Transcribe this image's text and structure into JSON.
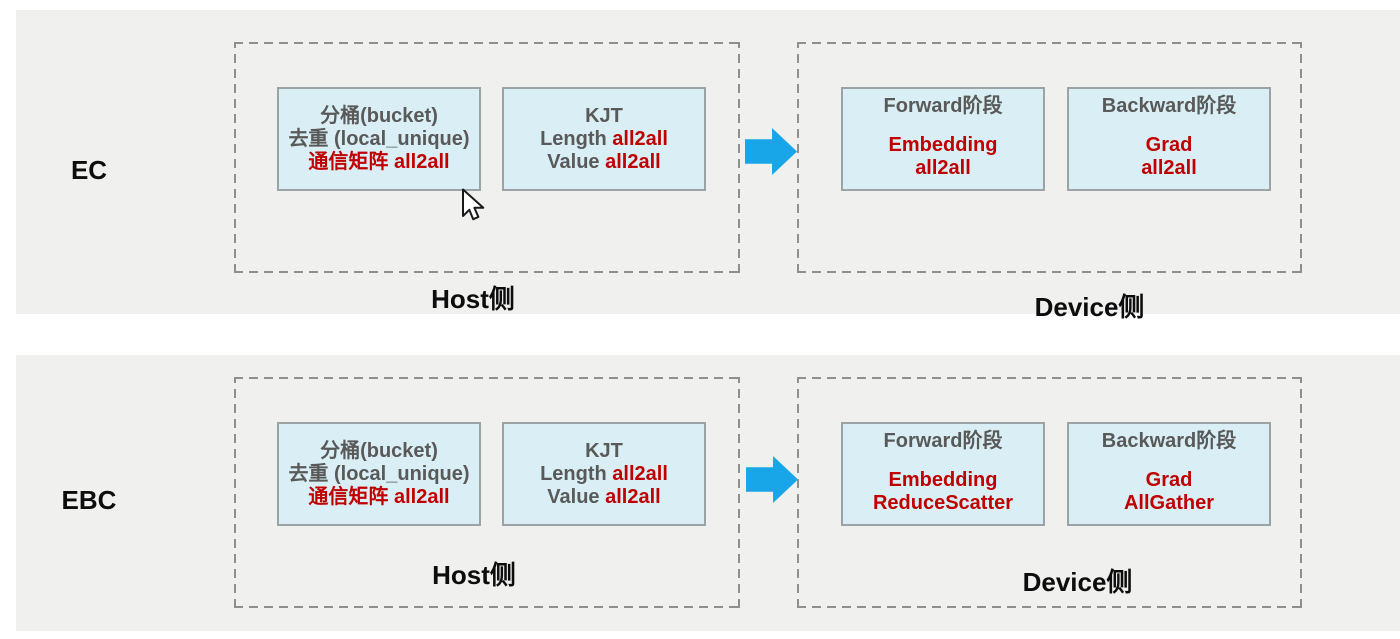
{
  "colors": {
    "panel_bg": "#f0f0ef",
    "box_fill": "#d9eff5",
    "box_border": "#9ba3a6",
    "dashed_border": "#8f8f8f",
    "text_gray": "#595959",
    "text_red": "#c00000",
    "arrow_blue": "#18a6e8",
    "label_black": "#0d0d0d"
  },
  "ec": {
    "label": "EC",
    "host": {
      "zone_label": "Host侧",
      "bucket_box": {
        "line1": "分桶(bucket)",
        "line2": "去重 (local_unique)",
        "line3": "通信矩阵 all2all"
      },
      "kjt_box": {
        "line1": "KJT",
        "line2_prefix": "Length",
        "line2_value": "all2all",
        "line3_prefix": "Value",
        "line3_value": "all2all"
      }
    },
    "device": {
      "zone_label": "Device侧",
      "forward_box": {
        "title": "Forward阶段",
        "op_line1": "Embedding",
        "op_line2": "all2all"
      },
      "backward_box": {
        "title": "Backward阶段",
        "op_line1": "Grad",
        "op_line2": "all2all"
      }
    }
  },
  "ebc": {
    "label": "EBC",
    "host": {
      "zone_label": "Host侧",
      "bucket_box": {
        "line1": "分桶(bucket)",
        "line2": "去重 (local_unique)",
        "line3": "通信矩阵 all2all"
      },
      "kjt_box": {
        "line1": "KJT",
        "line2_prefix": "Length",
        "line2_value": "all2all",
        "line3_prefix": "Value",
        "line3_value": "all2all"
      }
    },
    "device": {
      "zone_label": "Device侧",
      "forward_box": {
        "title": "Forward阶段",
        "op_line1": "Embedding",
        "op_line2": "ReduceScatter"
      },
      "backward_box": {
        "title": "Backward阶段",
        "op_line1": "Grad",
        "op_line2": "AllGather"
      }
    }
  }
}
